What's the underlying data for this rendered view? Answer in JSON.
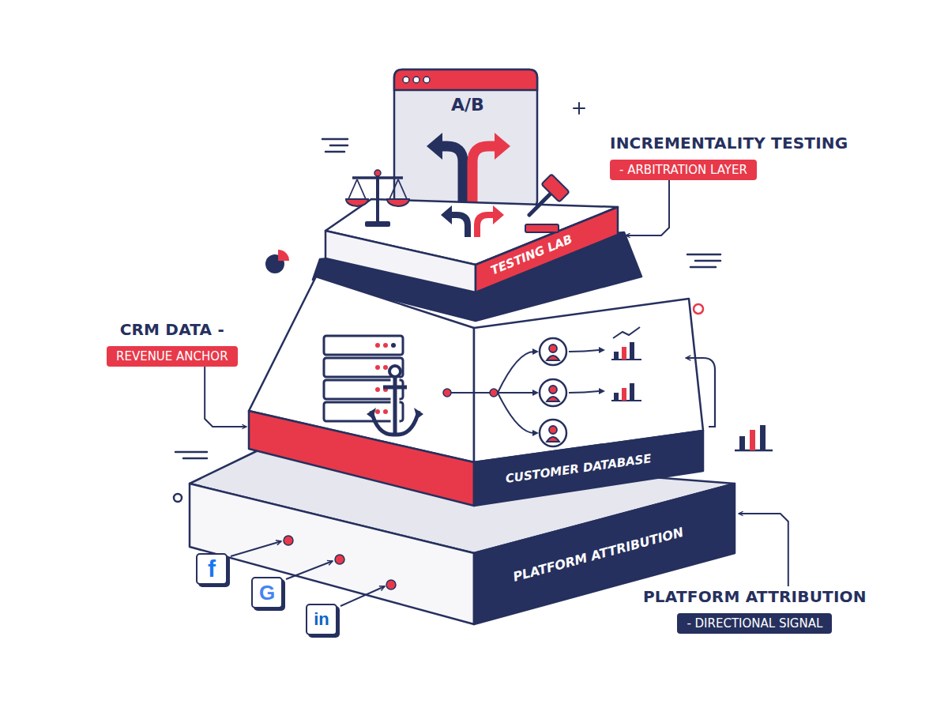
{
  "diagram": {
    "nodes": [
      {
        "text": [
          "A/B"
        ]
      },
      {
        "text": [
          "INCREMENTALITY TESTING",
          "- ARBITRATION LAYER"
        ]
      },
      {
        "text": [
          "TESTING LAB"
        ]
      },
      {
        "text": [
          "CRM DATA -",
          "REVENUE ANCHOR"
        ]
      },
      {
        "text": [
          "CUSTOMER DATABASE"
        ]
      },
      {
        "text": [
          "PLATFORM ATTRIBUTION"
        ]
      },
      {
        "text": [
          "PLATFORM ATTRIBUTION",
          "- DIRECTIONAL SIGNAL"
        ]
      }
    ],
    "edges": [
      {
        "from": 1,
        "to": 2,
        "arrow": "to"
      },
      {
        "from": 3,
        "to": 4,
        "arrow": "to"
      },
      {
        "from": 6,
        "to": 5,
        "arrow": "to"
      }
    ],
    "labels": [
      "f",
      "G",
      "in"
    ]
  }
}
